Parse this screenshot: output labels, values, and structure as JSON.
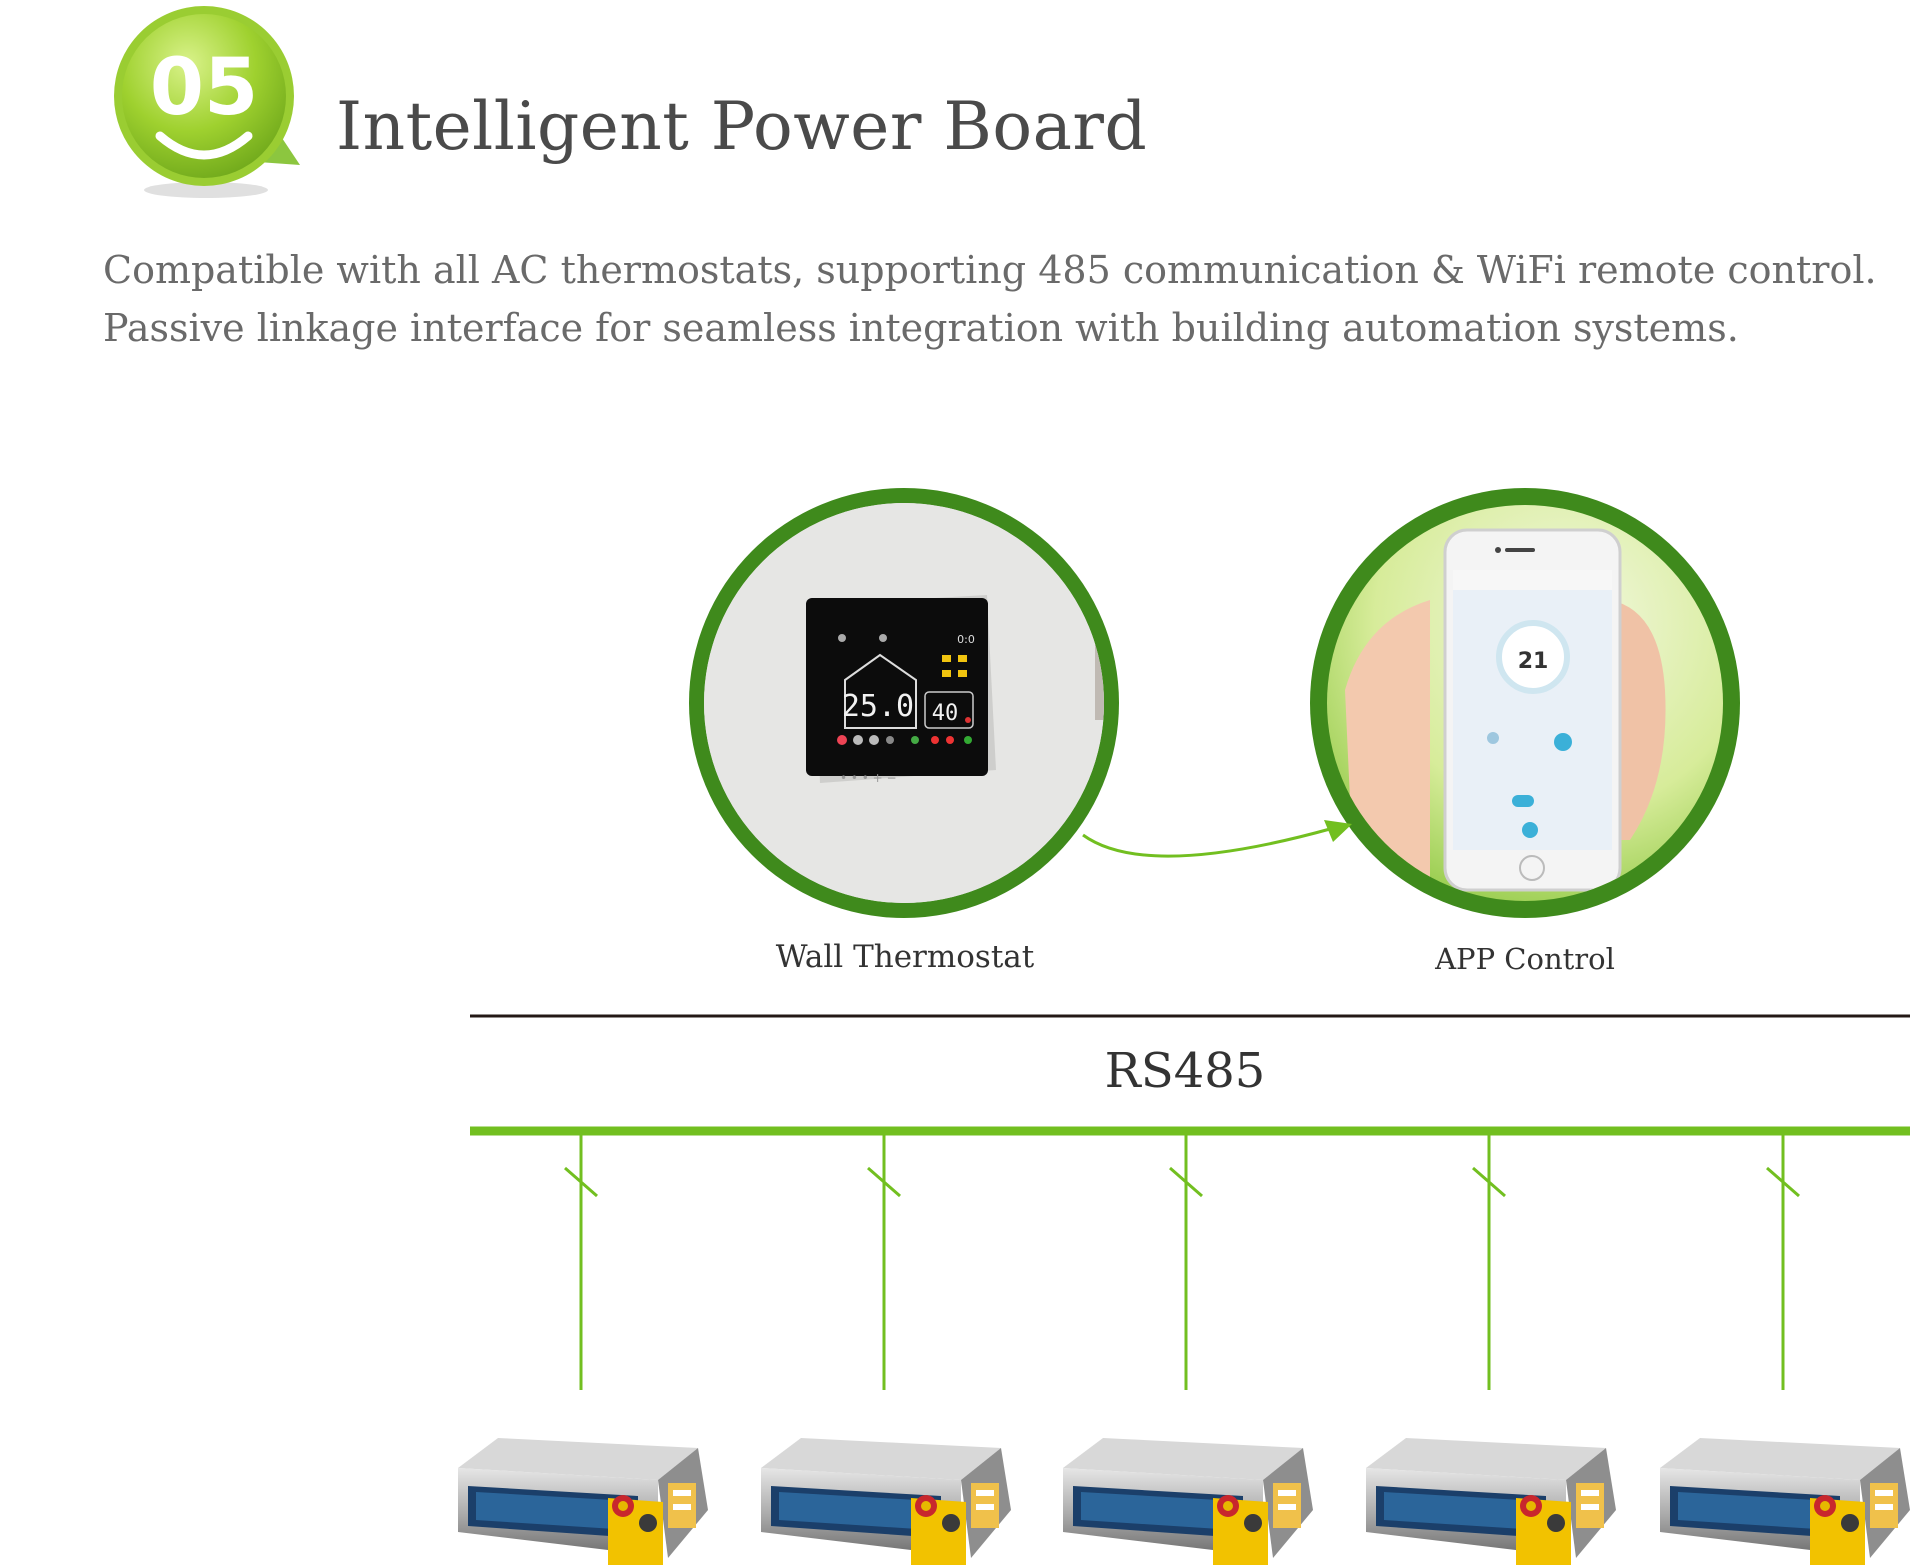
{
  "badge": {
    "number": "05",
    "color": "#8cc63f",
    "icon": "smile-icon"
  },
  "title": "Intelligent Power Board",
  "description": [
    "Compatible with all AC thermostats, supporting 485 communication & WiFi remote control.",
    "Passive linkage interface for seamless integration with building automation systems."
  ],
  "diagram": {
    "devices": [
      {
        "label": "Wall Thermostat",
        "icon": "thermostat-icon",
        "display": {
          "temperature": "25.0",
          "humidity": "40"
        }
      },
      {
        "label": "APP Control",
        "icon": "smartphone-icon",
        "display": {
          "temperature": "21"
        }
      }
    ],
    "bus_label": "RS485",
    "units": [
      {
        "icon": "fan-coil-unit-icon"
      },
      {
        "icon": "fan-coil-unit-icon"
      },
      {
        "icon": "fan-coil-unit-icon"
      },
      {
        "icon": "fan-coil-unit-icon"
      },
      {
        "icon": "fan-coil-unit-icon"
      }
    ],
    "colors": {
      "accent": "#72bf20",
      "ring": "#3f8a1c",
      "line": "#231815"
    }
  }
}
